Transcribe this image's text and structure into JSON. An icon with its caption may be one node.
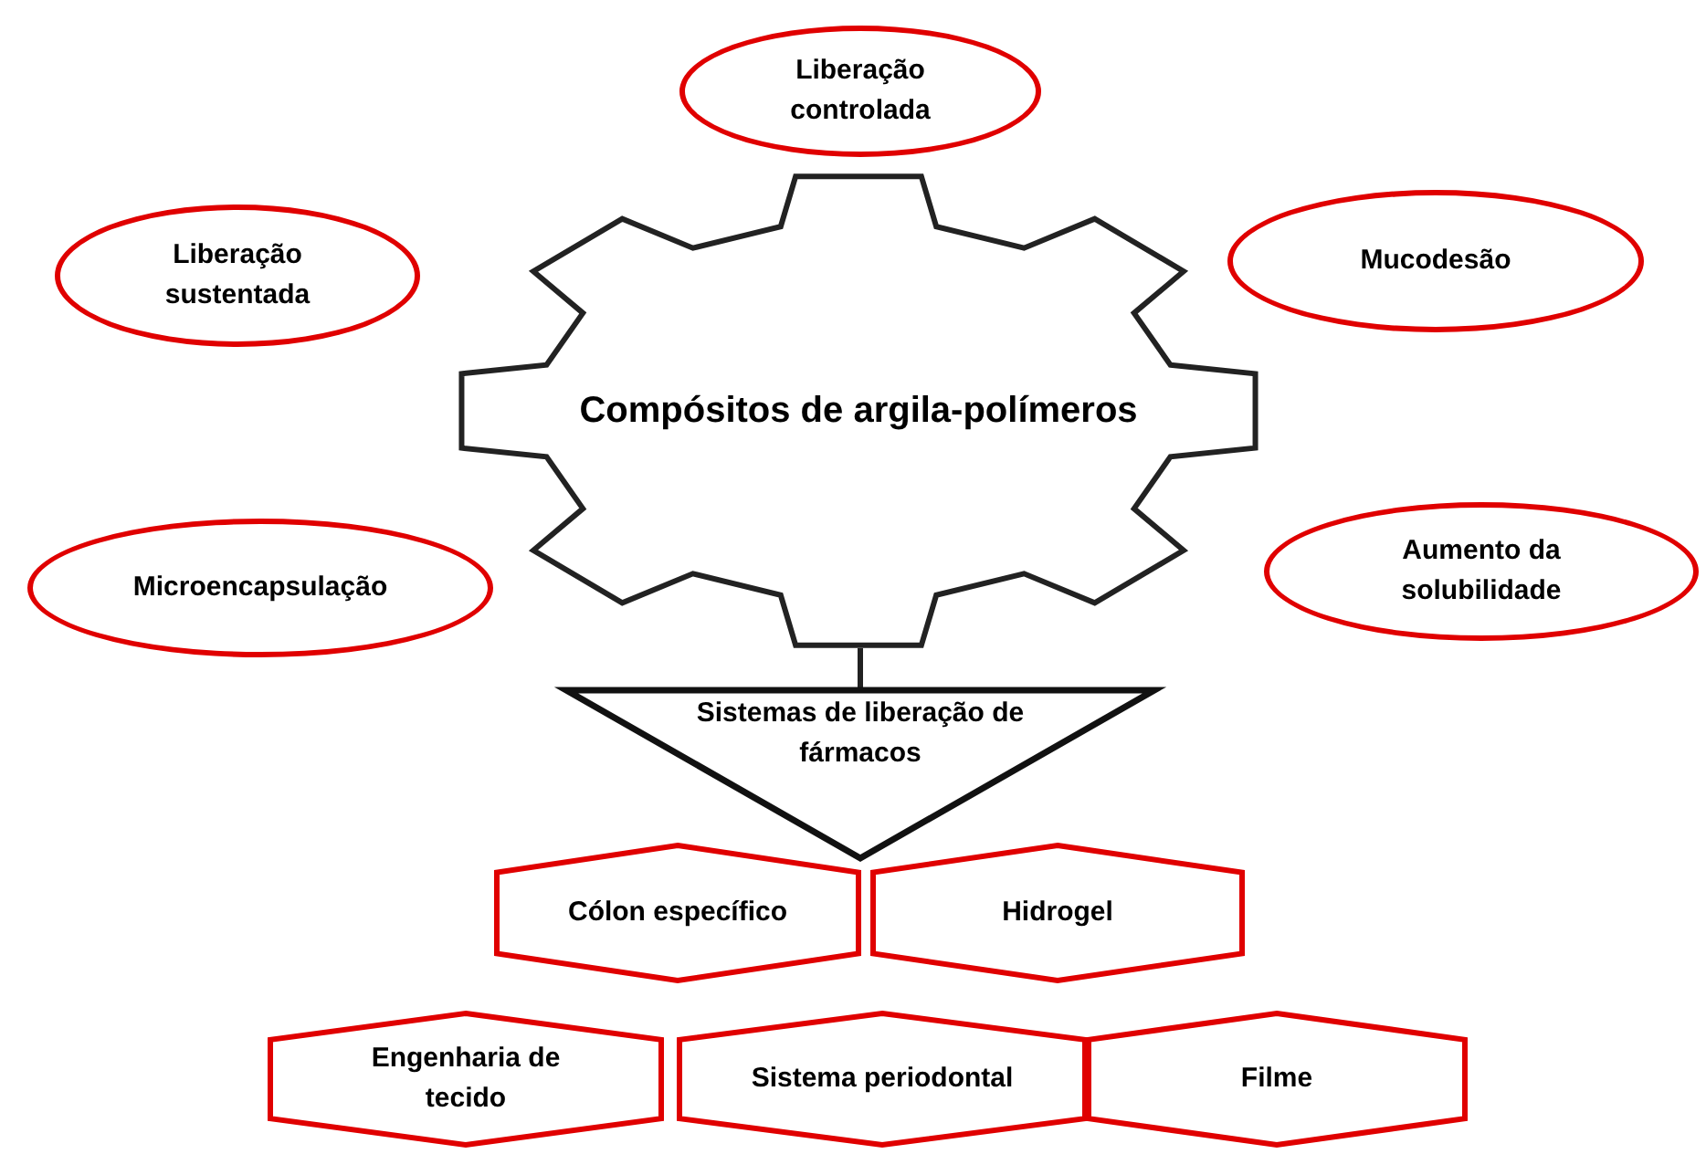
{
  "diagram": {
    "nodes": [
      {
        "text": [
          "Liberação controlada"
        ]
      },
      {
        "text": [
          "Liberação sustentada"
        ]
      },
      {
        "text": [
          "Mucodesão"
        ]
      },
      {
        "text": [
          "Compósitos de argila-polímeros"
        ]
      },
      {
        "text": [
          "Microencapsulação"
        ]
      },
      {
        "text": [
          "Aumento da solubilidade"
        ]
      },
      {
        "text": [
          "Sistemas de liberação de fármacos"
        ]
      },
      {
        "text": [
          "Cólon específico"
        ]
      },
      {
        "text": [
          "Hidrogel"
        ]
      },
      {
        "text": [
          "Engenharia de tecido"
        ]
      },
      {
        "text": [
          "Sistema periodontal"
        ]
      },
      {
        "text": [
          "Filme"
        ]
      }
    ],
    "edges": [
      {
        "from": 3,
        "to": 6,
        "arrow": "none"
      }
    ]
  }
}
